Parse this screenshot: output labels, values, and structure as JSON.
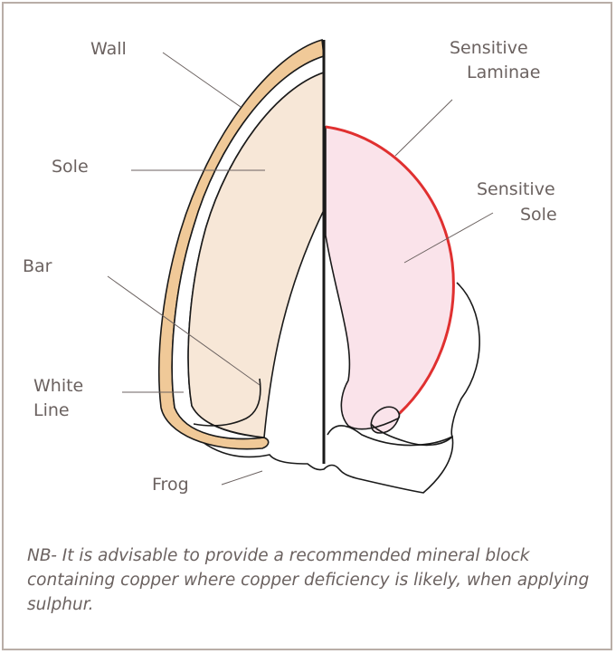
{
  "labels": {
    "wall": "Wall",
    "sole": "Sole",
    "bar": "Bar",
    "white_line_1": "White",
    "white_line_2": "Line",
    "frog": "Frog",
    "sensitive_laminae_1": "Sensitive",
    "sensitive_laminae_2": "Laminae",
    "sensitive_sole_1": "Sensitive",
    "sensitive_sole_2": "Sole"
  },
  "note": "NB- It is advisable to provide a recommended mineral block containing copper where copper deficiency is likely, when applying sulphur.",
  "colors": {
    "frame_border": "#b9aea7",
    "wall_fill": "#f0c998",
    "sole_fill": "#f7e7d7",
    "sensitive_fill": "#fae3ea",
    "laminae_line": "#e03030",
    "outline": "#1a1a1a",
    "text": "#6b6260"
  }
}
